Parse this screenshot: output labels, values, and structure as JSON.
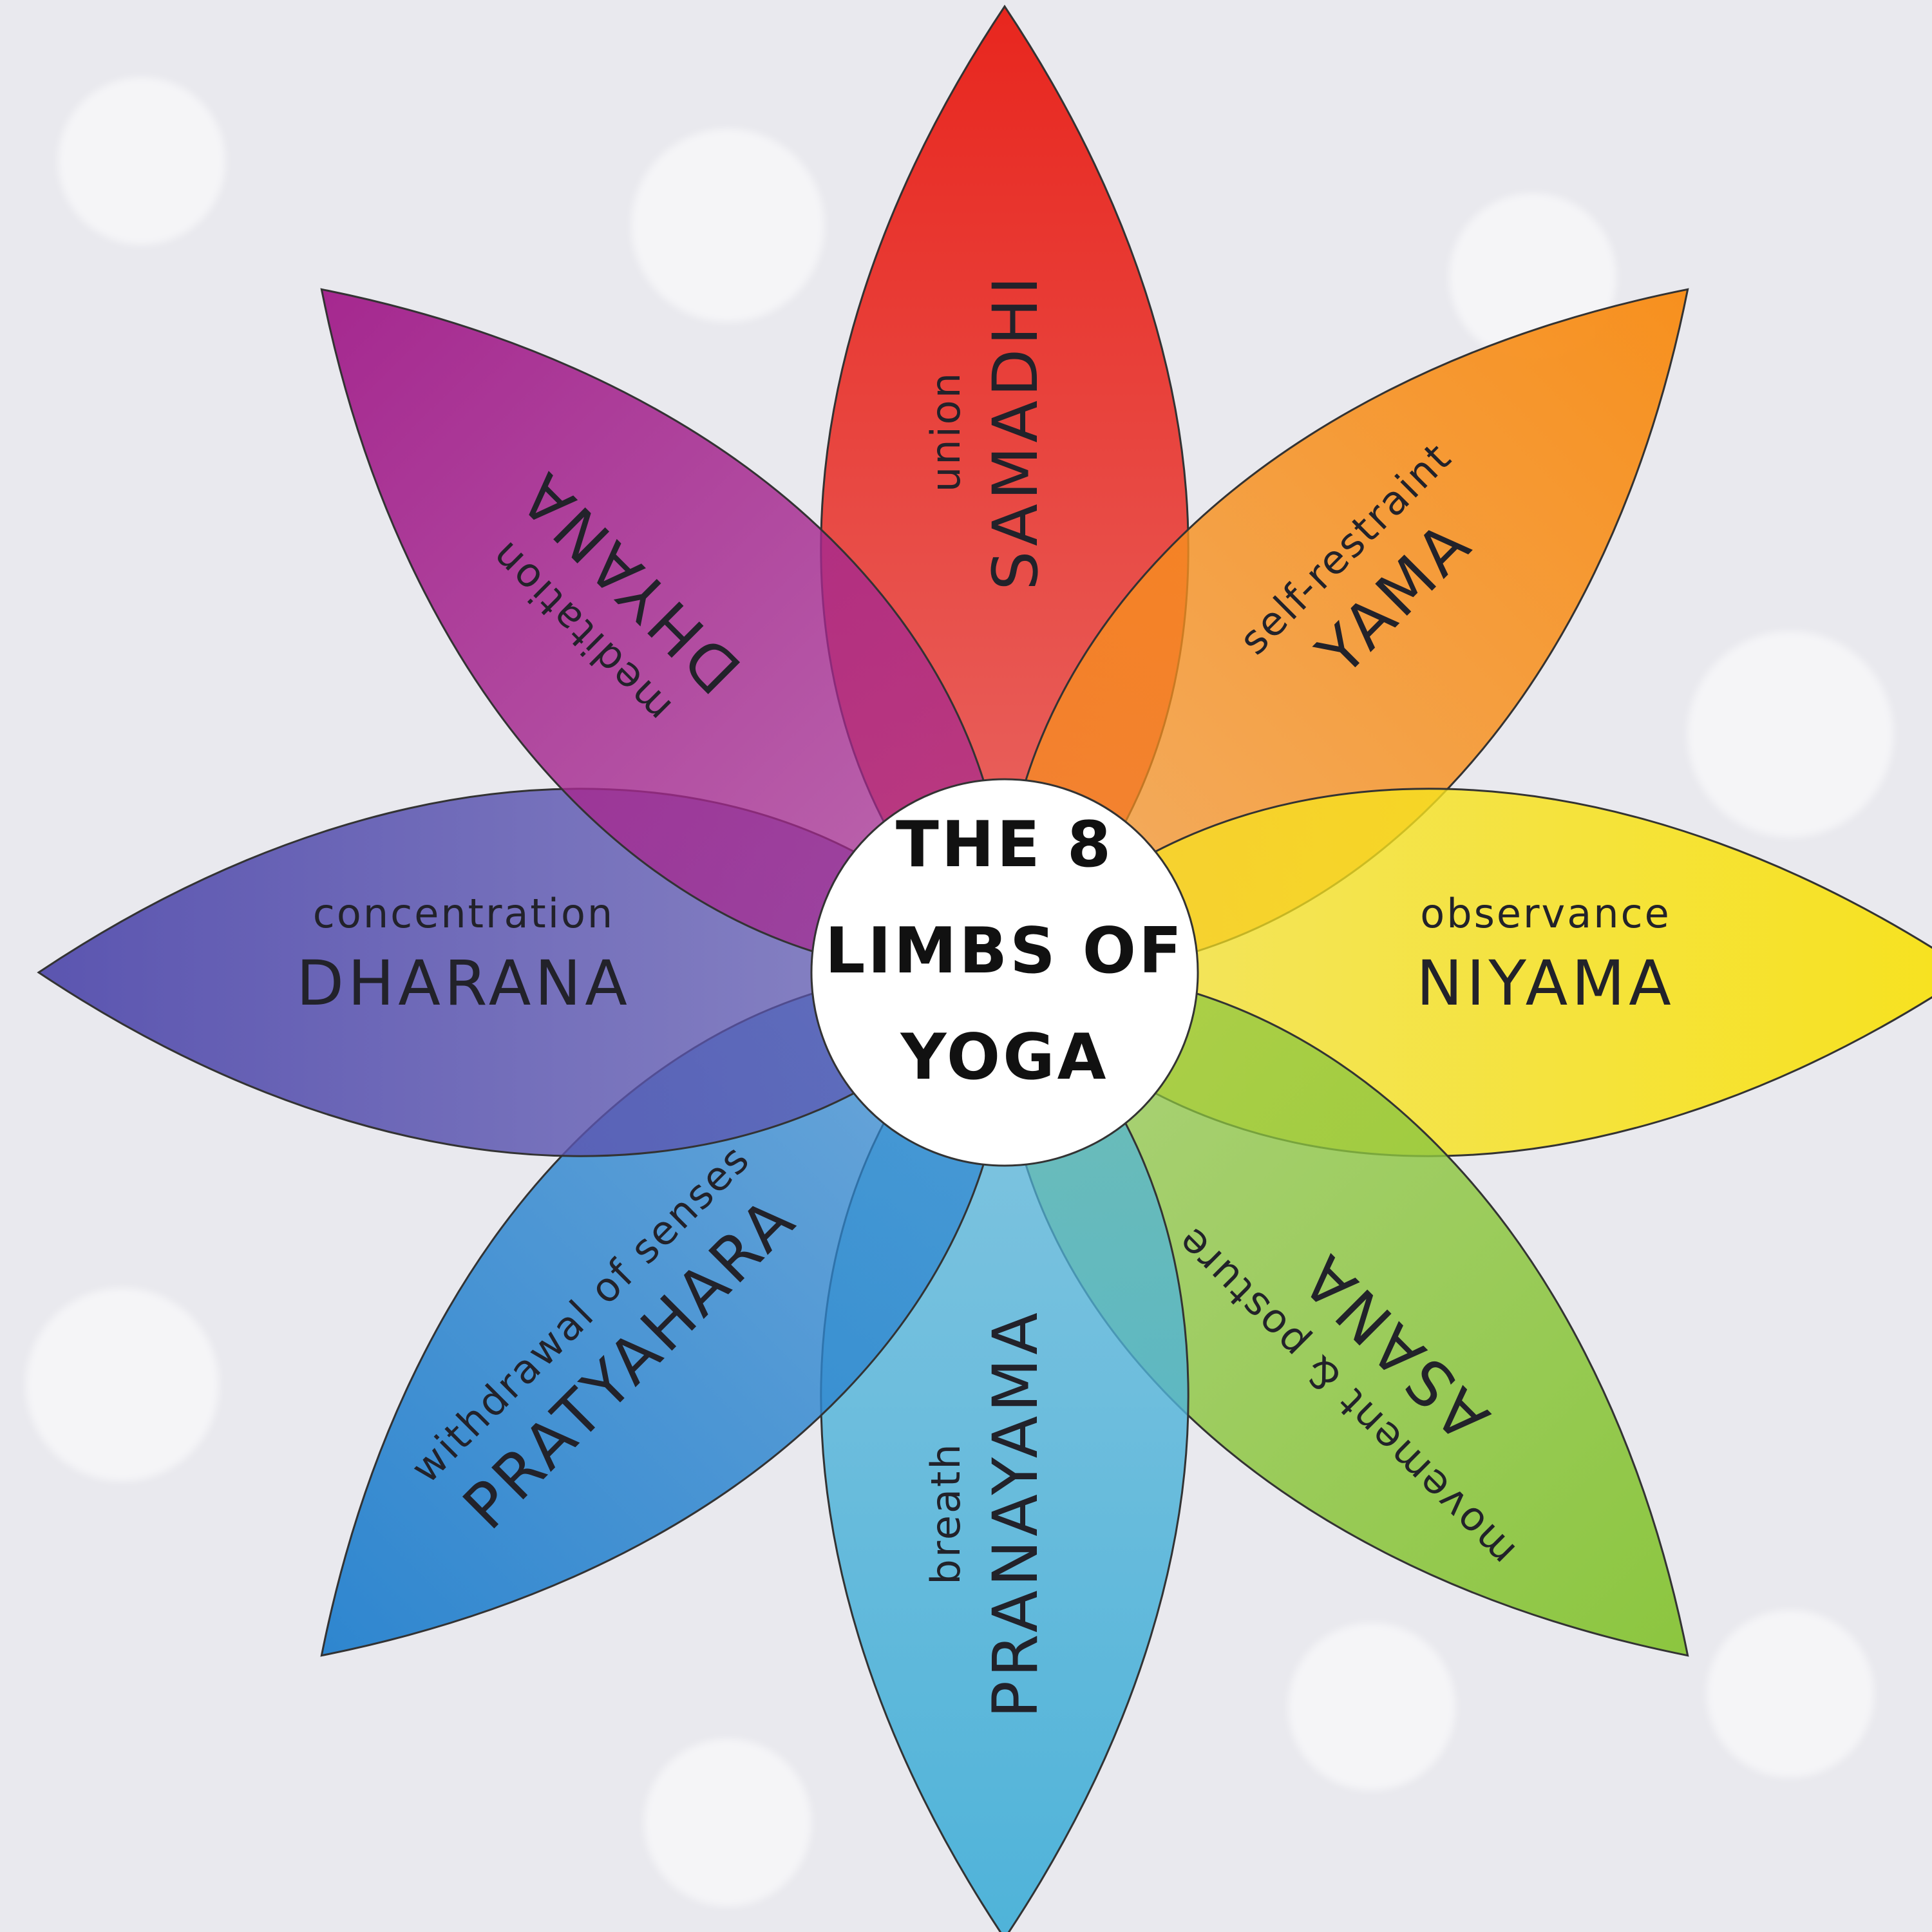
{
  "center": {
    "lines": [
      "THE 8",
      "LIMBS OF",
      "YOGA"
    ]
  },
  "limbs": [
    {
      "name": "SAMADHI",
      "meaning": "union",
      "color": "#e8261e"
    },
    {
      "name": "YAMA",
      "meaning": "self-restraint",
      "color": "#f7901e"
    },
    {
      "name": "NIYAMA",
      "meaning": "observance",
      "color": "#f7e21e"
    },
    {
      "name": "ASANA",
      "meaning": "movement & posture",
      "color": "#8cc63f"
    },
    {
      "name": "PRANAYAMA",
      "meaning": "breath",
      "color": "#4fb3d9"
    },
    {
      "name": "PRATYAHARA",
      "meaning": "withdrawal of senses",
      "color": "#2e86cf"
    },
    {
      "name": "DHARANA",
      "meaning": "concentration",
      "color": "#5b55b0"
    },
    {
      "name": "DHYANA",
      "meaning": "meditation",
      "color": "#a5288f"
    }
  ]
}
